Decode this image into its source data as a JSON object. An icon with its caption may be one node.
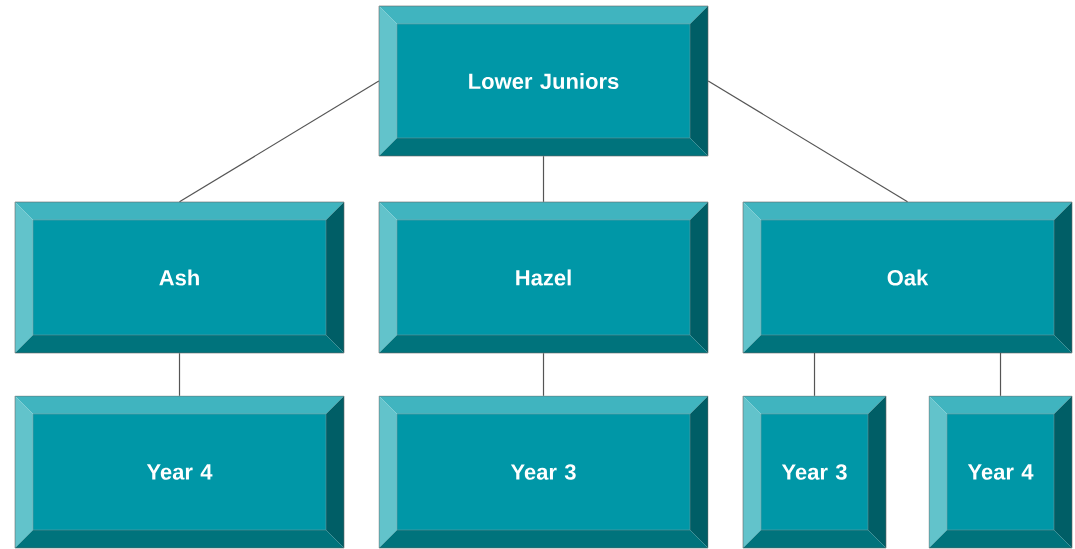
{
  "diagram": {
    "nodes": [
      {
        "text": [
          "Lower Juniors"
        ]
      },
      {
        "text": [
          "Ash"
        ]
      },
      {
        "text": [
          "Hazel"
        ]
      },
      {
        "text": [
          "Oak"
        ]
      },
      {
        "text": [
          "Year 4"
        ]
      },
      {
        "text": [
          "Year 3"
        ]
      },
      {
        "text": [
          "Year 3"
        ]
      },
      {
        "text": [
          "Year 4"
        ]
      }
    ],
    "edges": [
      {
        "from": 0,
        "to": 1,
        "arrow": "none"
      },
      {
        "from": 0,
        "to": 2,
        "arrow": "none"
      },
      {
        "from": 0,
        "to": 3,
        "arrow": "none"
      },
      {
        "from": 1,
        "to": 4,
        "arrow": "none"
      },
      {
        "from": 2,
        "to": 5,
        "arrow": "none"
      },
      {
        "from": 3,
        "to": 6,
        "arrow": "none"
      },
      {
        "from": 3,
        "to": 7,
        "arrow": "none"
      }
    ]
  }
}
